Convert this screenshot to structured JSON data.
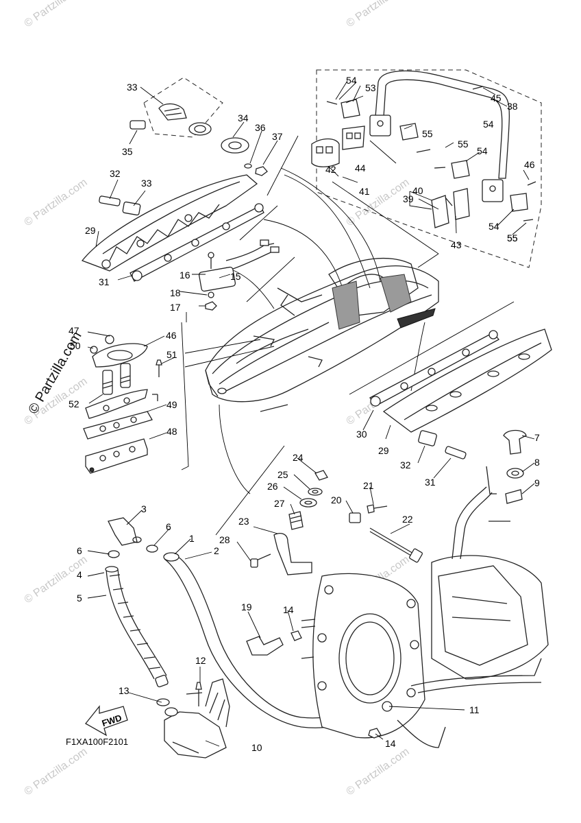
{
  "watermark": "© Partzilla.com",
  "brand_watermark": "© Partzilla.com",
  "diagram_code": "F1XA100F2101",
  "fwd_label": "FWD",
  "callouts": [
    "1",
    "2",
    "3",
    "4",
    "5",
    "6",
    "6",
    "7",
    "8",
    "9",
    "10",
    "11",
    "12",
    "13",
    "14",
    "14",
    "15",
    "16",
    "17",
    "18",
    "19",
    "20",
    "21",
    "22",
    "23",
    "24",
    "25",
    "26",
    "27",
    "28",
    "29",
    "29",
    "30",
    "31",
    "31",
    "32",
    "32",
    "33",
    "33",
    "34",
    "35",
    "36",
    "37",
    "38",
    "39",
    "40",
    "41",
    "42",
    "43",
    "44",
    "45",
    "46",
    "46",
    "47",
    "48",
    "49",
    "50",
    "51",
    "52",
    "53",
    "54",
    "54",
    "54",
    "54",
    "55",
    "55",
    "55",
    "55"
  ]
}
